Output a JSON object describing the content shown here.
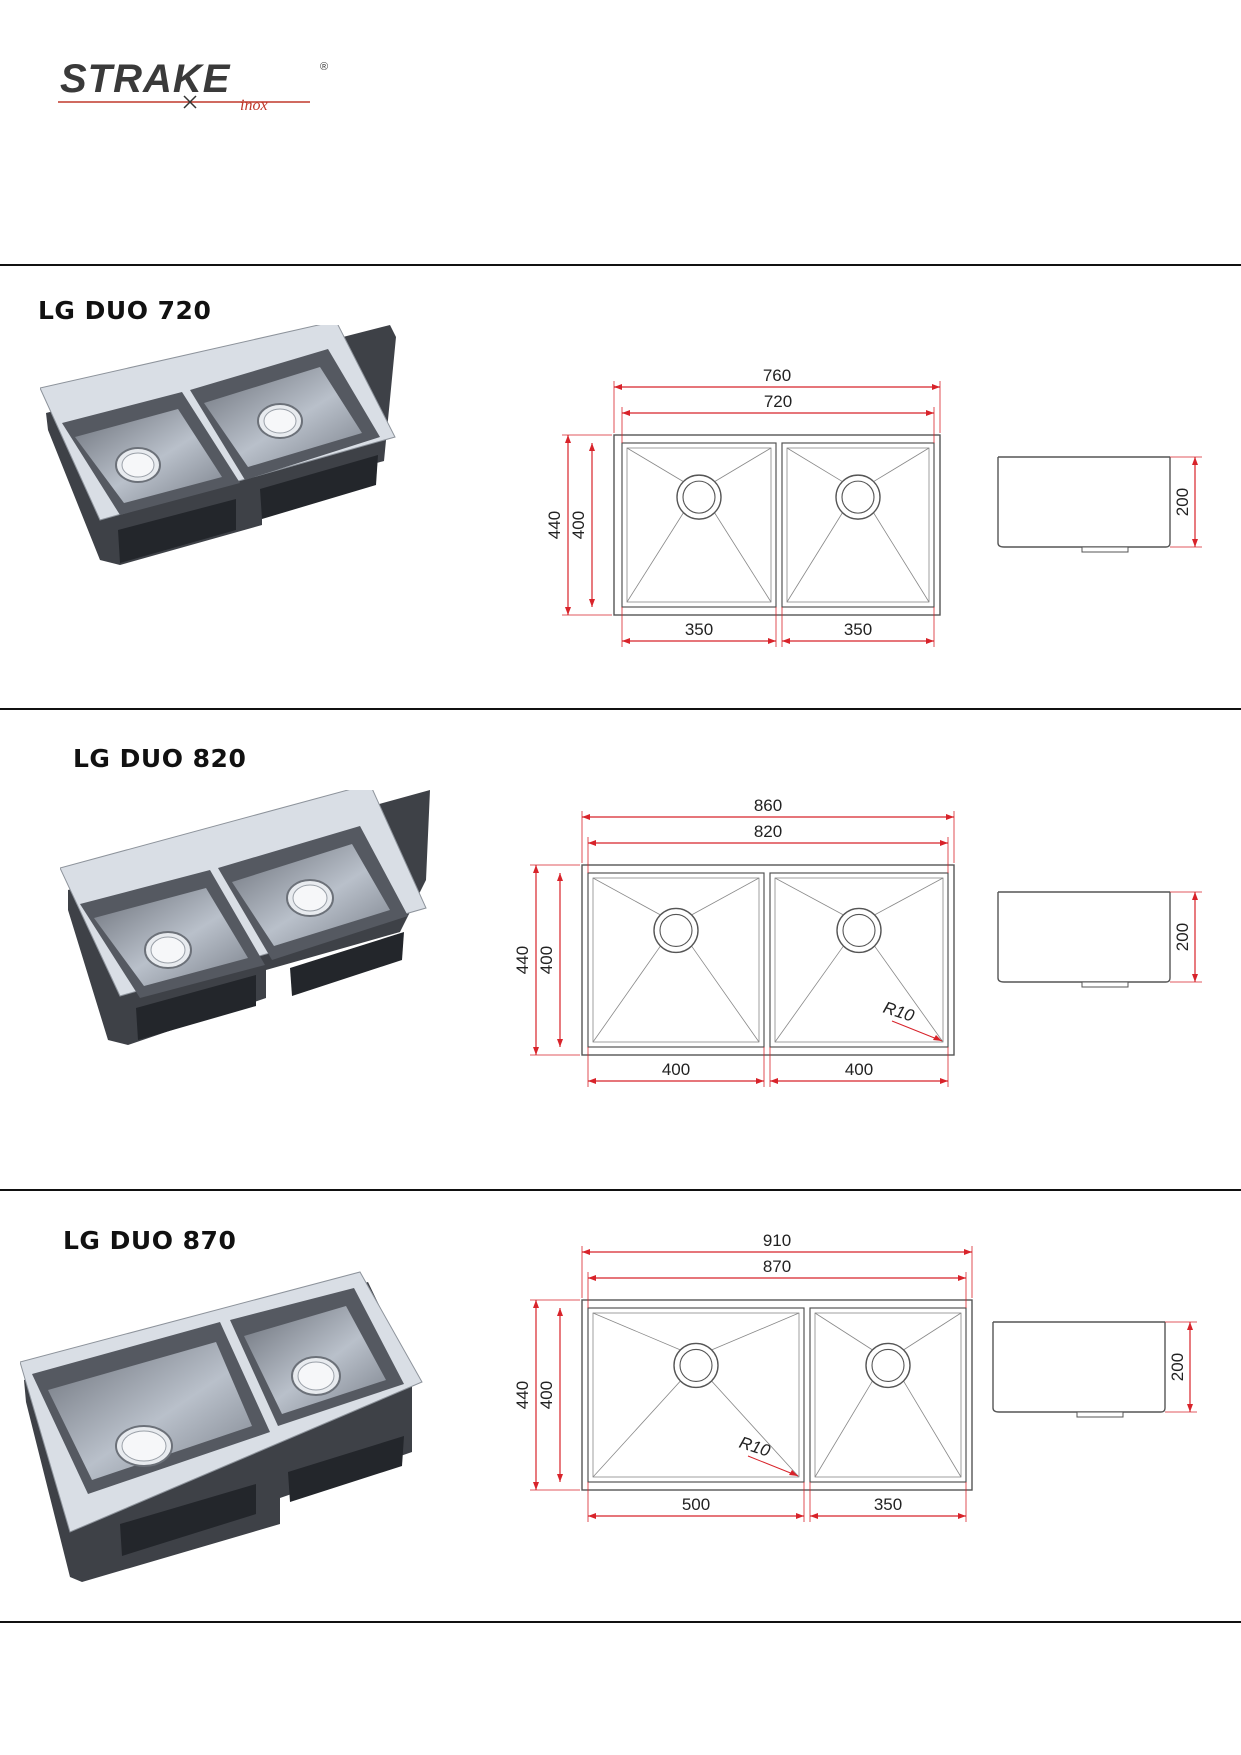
{
  "brand": {
    "name": "STRAKE",
    "sub": "inox",
    "mark": "®"
  },
  "colors": {
    "dimension": "#d8232a",
    "outline": "#555555",
    "steel_dark": "#4a4d53",
    "steel_light": "#c9ced6"
  },
  "products": [
    {
      "title": "LG DUO 720",
      "outer_width": "760",
      "inner_width": "720",
      "outer_depth": "440",
      "inner_depth": "400",
      "bowl_left": "350",
      "bowl_right": "350",
      "bowl_height": "200",
      "radius": ""
    },
    {
      "title": "LG DUO 820",
      "outer_width": "860",
      "inner_width": "820",
      "outer_depth": "440",
      "inner_depth": "400",
      "bowl_left": "400",
      "bowl_right": "400",
      "bowl_height": "200",
      "radius": "R10"
    },
    {
      "title": "LG DUO 870",
      "outer_width": "910",
      "inner_width": "870",
      "outer_depth": "440",
      "inner_depth": "400",
      "bowl_left": "500",
      "bowl_right": "350",
      "bowl_height": "200",
      "radius": "R10"
    }
  ]
}
